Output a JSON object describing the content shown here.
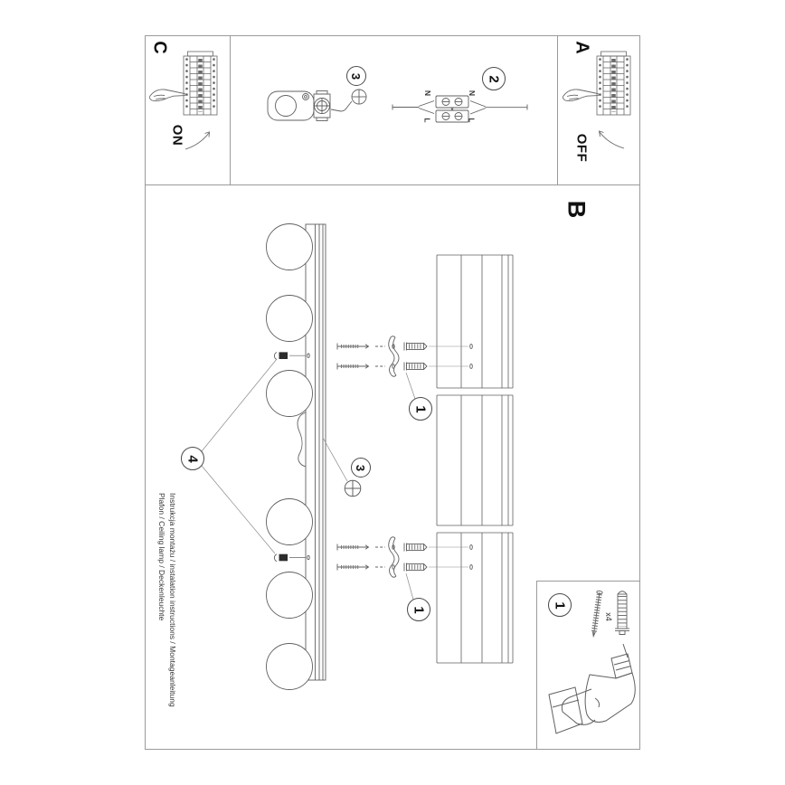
{
  "document": {
    "footer": {
      "line1": "Instrukcja montażu / instalation instructions / Montageanleitung",
      "line2": "Plafon / Ceiling lamp / Deckenleuchte"
    },
    "sections": {
      "a": "A",
      "b": "B",
      "c": "C"
    },
    "switch": {
      "on": "ON",
      "off": "OFF"
    },
    "callouts": {
      "step1": "1",
      "step2": "2",
      "step3": "3",
      "step4": "4"
    },
    "wiring_labels": {
      "n_left": "N",
      "n_right": "N",
      "l_left": "L",
      "l_right": "L"
    },
    "kit": {
      "screw_qty": "x4"
    },
    "colors": {
      "line": "#606060",
      "frame": "#9a9a9a",
      "text": "#1a1a1a",
      "background": "#ffffff"
    }
  }
}
